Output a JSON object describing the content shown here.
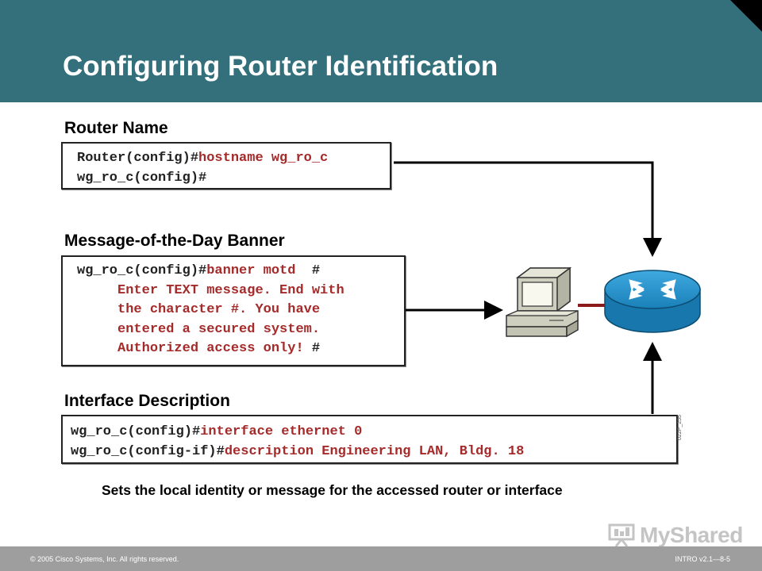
{
  "slide": {
    "title": "Configuring Router Identification"
  },
  "sections": {
    "router_name": {
      "title": "Router Name",
      "lines": [
        {
          "prompt": "Router(config)#",
          "command": "hostname wg_ro_c"
        },
        {
          "prompt": "wg_ro_c(config)#",
          "command": ""
        }
      ]
    },
    "motd": {
      "title": "Message-of-the-Day Banner",
      "lines": [
        {
          "prompt": "wg_ro_c(config)#",
          "command": "banner motd  ",
          "suffix": "#"
        },
        {
          "indent": "     ",
          "command": "Enter TEXT message. End with"
        },
        {
          "indent": "     ",
          "command": "the character #. You have"
        },
        {
          "indent": "     ",
          "command": "entered a secured system."
        },
        {
          "indent": "     ",
          "command": "Authorized access only! ",
          "suffix": "#"
        }
      ]
    },
    "interface": {
      "title": "Interface Description",
      "lines": [
        {
          "prompt": "wg_ro_c(config)#",
          "command": "interface ethernet 0"
        },
        {
          "prompt": "wg_ro_c(config-if)#",
          "command": "description Engineering LAN, Bldg. 18"
        }
      ]
    }
  },
  "caption": "Sets the local identity or message for the accessed router or interface",
  "figure_id": "022P_255",
  "footer": {
    "copyright": "© 2005 Cisco Systems, Inc. All rights reserved.",
    "page_ref": "INTRO v2.1—8-5"
  },
  "watermark": "MyShared",
  "colors": {
    "header": "#33707c",
    "command": "#a52a2a",
    "router": "#1e8fc4",
    "footer": "#9e9e9e"
  }
}
